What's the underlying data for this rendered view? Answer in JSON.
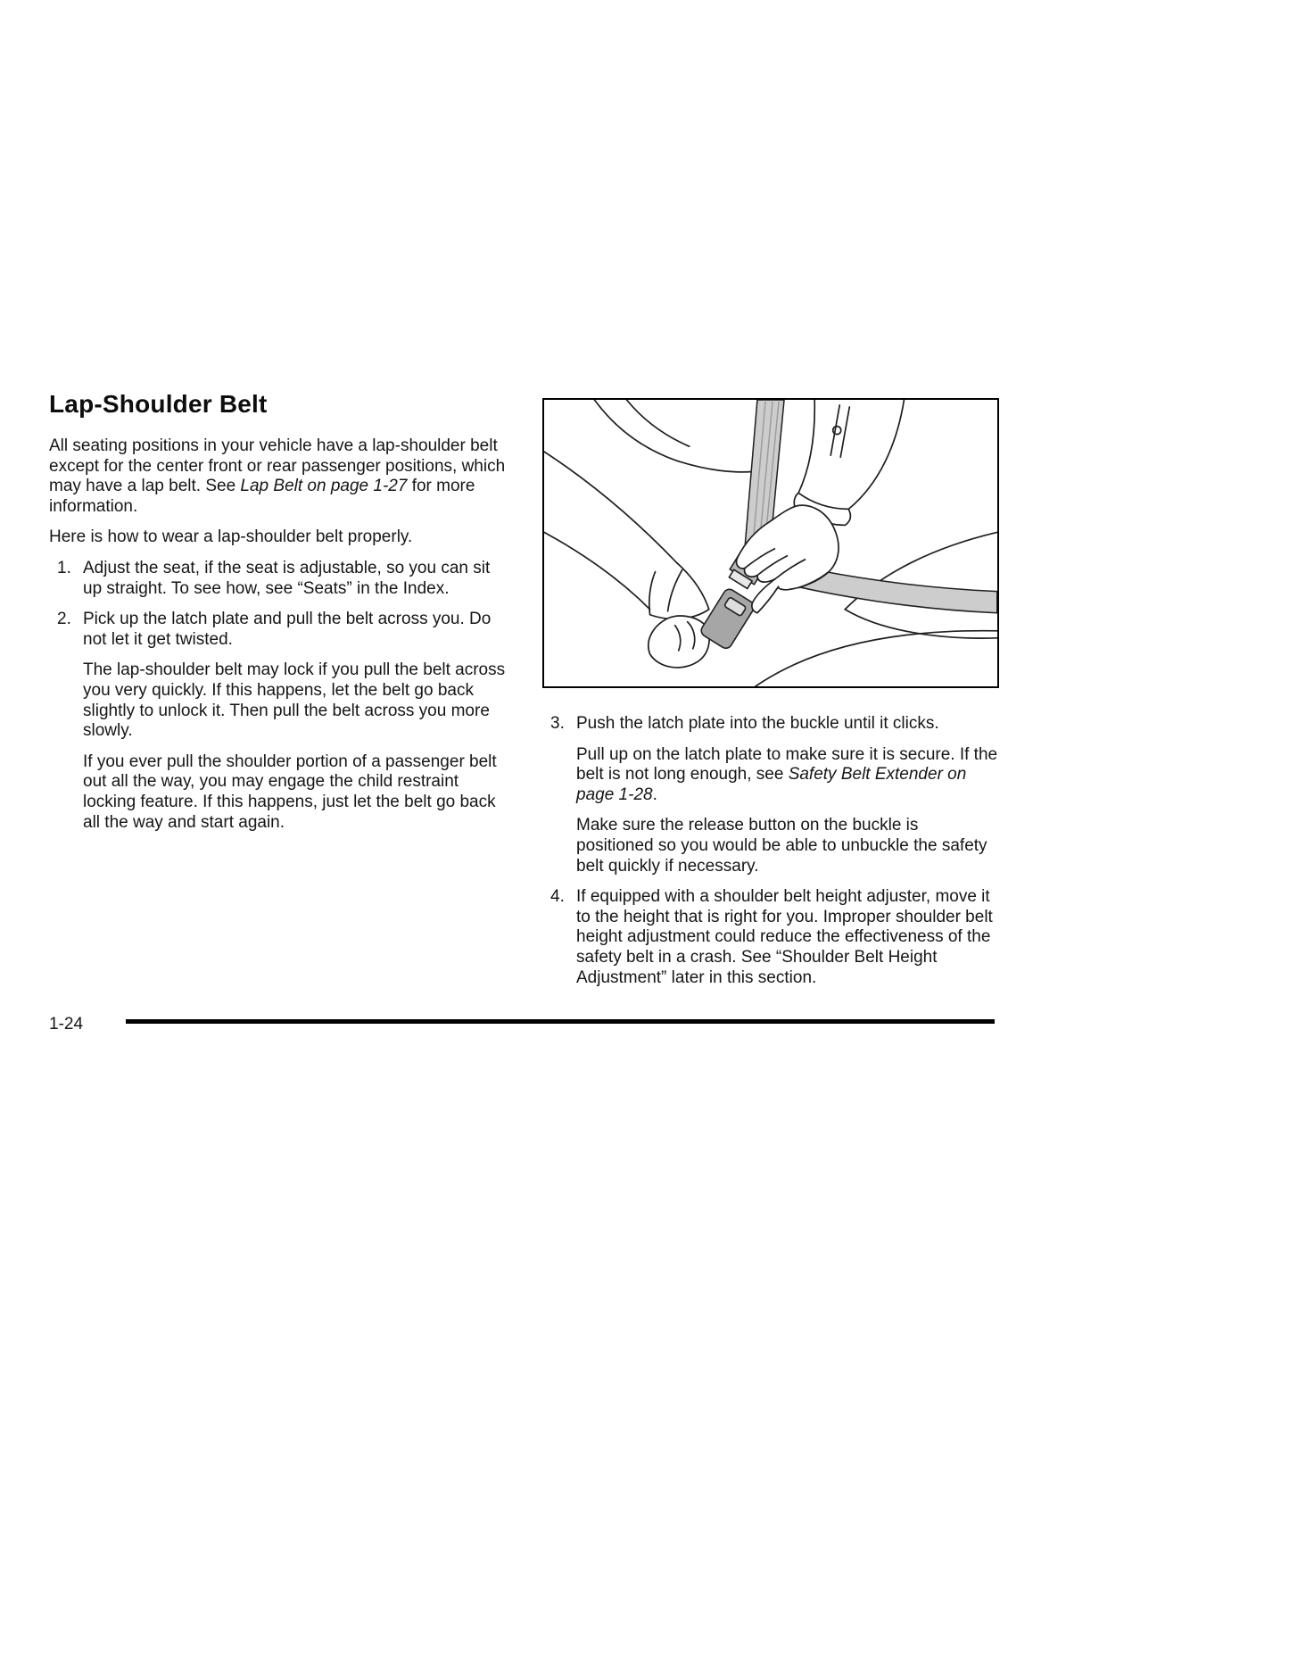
{
  "heading": "Lap-Shoulder Belt",
  "page_number": "1-24",
  "left": {
    "intro_before": "All seating positions in your vehicle have a lap-shoulder belt except for the center front or rear passenger positions, which may have a lap belt. See ",
    "intro_italic": "Lap Belt on page 1-27",
    "intro_after": " for more information.",
    "lead": "Here is how to wear a lap-shoulder belt properly.",
    "item1_number": "1.",
    "item1_text": "Adjust the seat, if the seat is adjustable, so you can sit up straight. To see how, see “Seats” in the Index.",
    "item2_number": "2.",
    "item2_text": "Pick up the latch plate and pull the belt across you. Do not let it get twisted.",
    "item2_para1": "The lap-shoulder belt may lock if you pull the belt across you very quickly. If this happens, let the belt go back slightly to unlock it. Then pull the belt across you more slowly.",
    "item2_para2": "If you ever pull the shoulder portion of a passenger belt out all the way, you may engage the child restraint locking feature. If this happens, just let the belt go back all the way and start again."
  },
  "right": {
    "figure_label": "seatbelt-buckling-illustration",
    "item3_number": "3.",
    "item3_text": "Push the latch plate into the buckle until it clicks.",
    "item3_para1_before": "Pull up on the latch plate to make sure it is secure. If the belt is not long enough, see ",
    "item3_para1_italic": "Safety Belt Extender on page 1-28",
    "item3_para1_after": ".",
    "item3_para2": "Make sure the release button on the buckle is positioned so you would be able to unbuckle the safety belt quickly if necessary.",
    "item4_number": "4.",
    "item4_text": "If equipped with a shoulder belt height adjuster, move it to the height that is right for you. Improper shoulder belt height adjustment could reduce the effectiveness of the safety belt in a crash. See “Shoulder Belt Height Adjustment” later in this section."
  }
}
